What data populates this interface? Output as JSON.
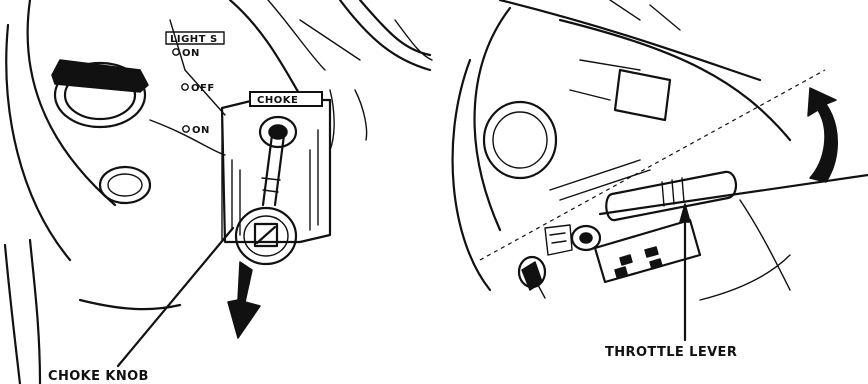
{
  "left_panel": {
    "light_switch_label": "LIGHT S",
    "light_on_upper": "ON",
    "light_off": "OFF",
    "light_on_lower": "ON",
    "choke_plate_label": "CHOKE",
    "callout": "CHOKE KNOB"
  },
  "right_panel": {
    "callout": "THROTTLE LEVER"
  }
}
